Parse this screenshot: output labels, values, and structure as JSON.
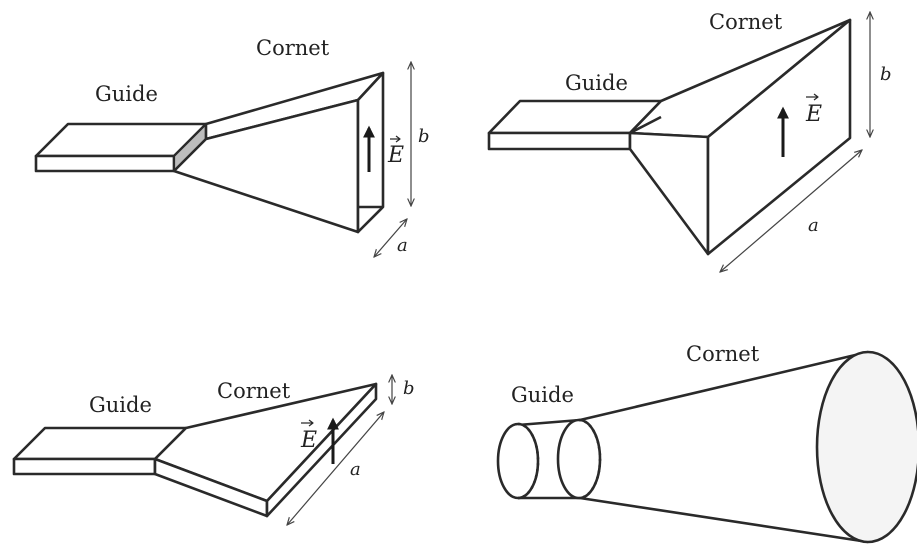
{
  "panels": [
    {
      "guide": "Guide",
      "horn": "Cornet",
      "field": "E",
      "dim_b": "b",
      "dim_a": "a"
    },
    {
      "guide": "Guide",
      "horn": "Cornet",
      "field": "E",
      "dim_b": "b",
      "dim_a": "a"
    },
    {
      "guide": "Guide",
      "horn": "Cornet",
      "field": "E",
      "dim_b": "b",
      "dim_a": "a"
    },
    {
      "guide": "Guide",
      "horn": "Cornet"
    }
  ]
}
